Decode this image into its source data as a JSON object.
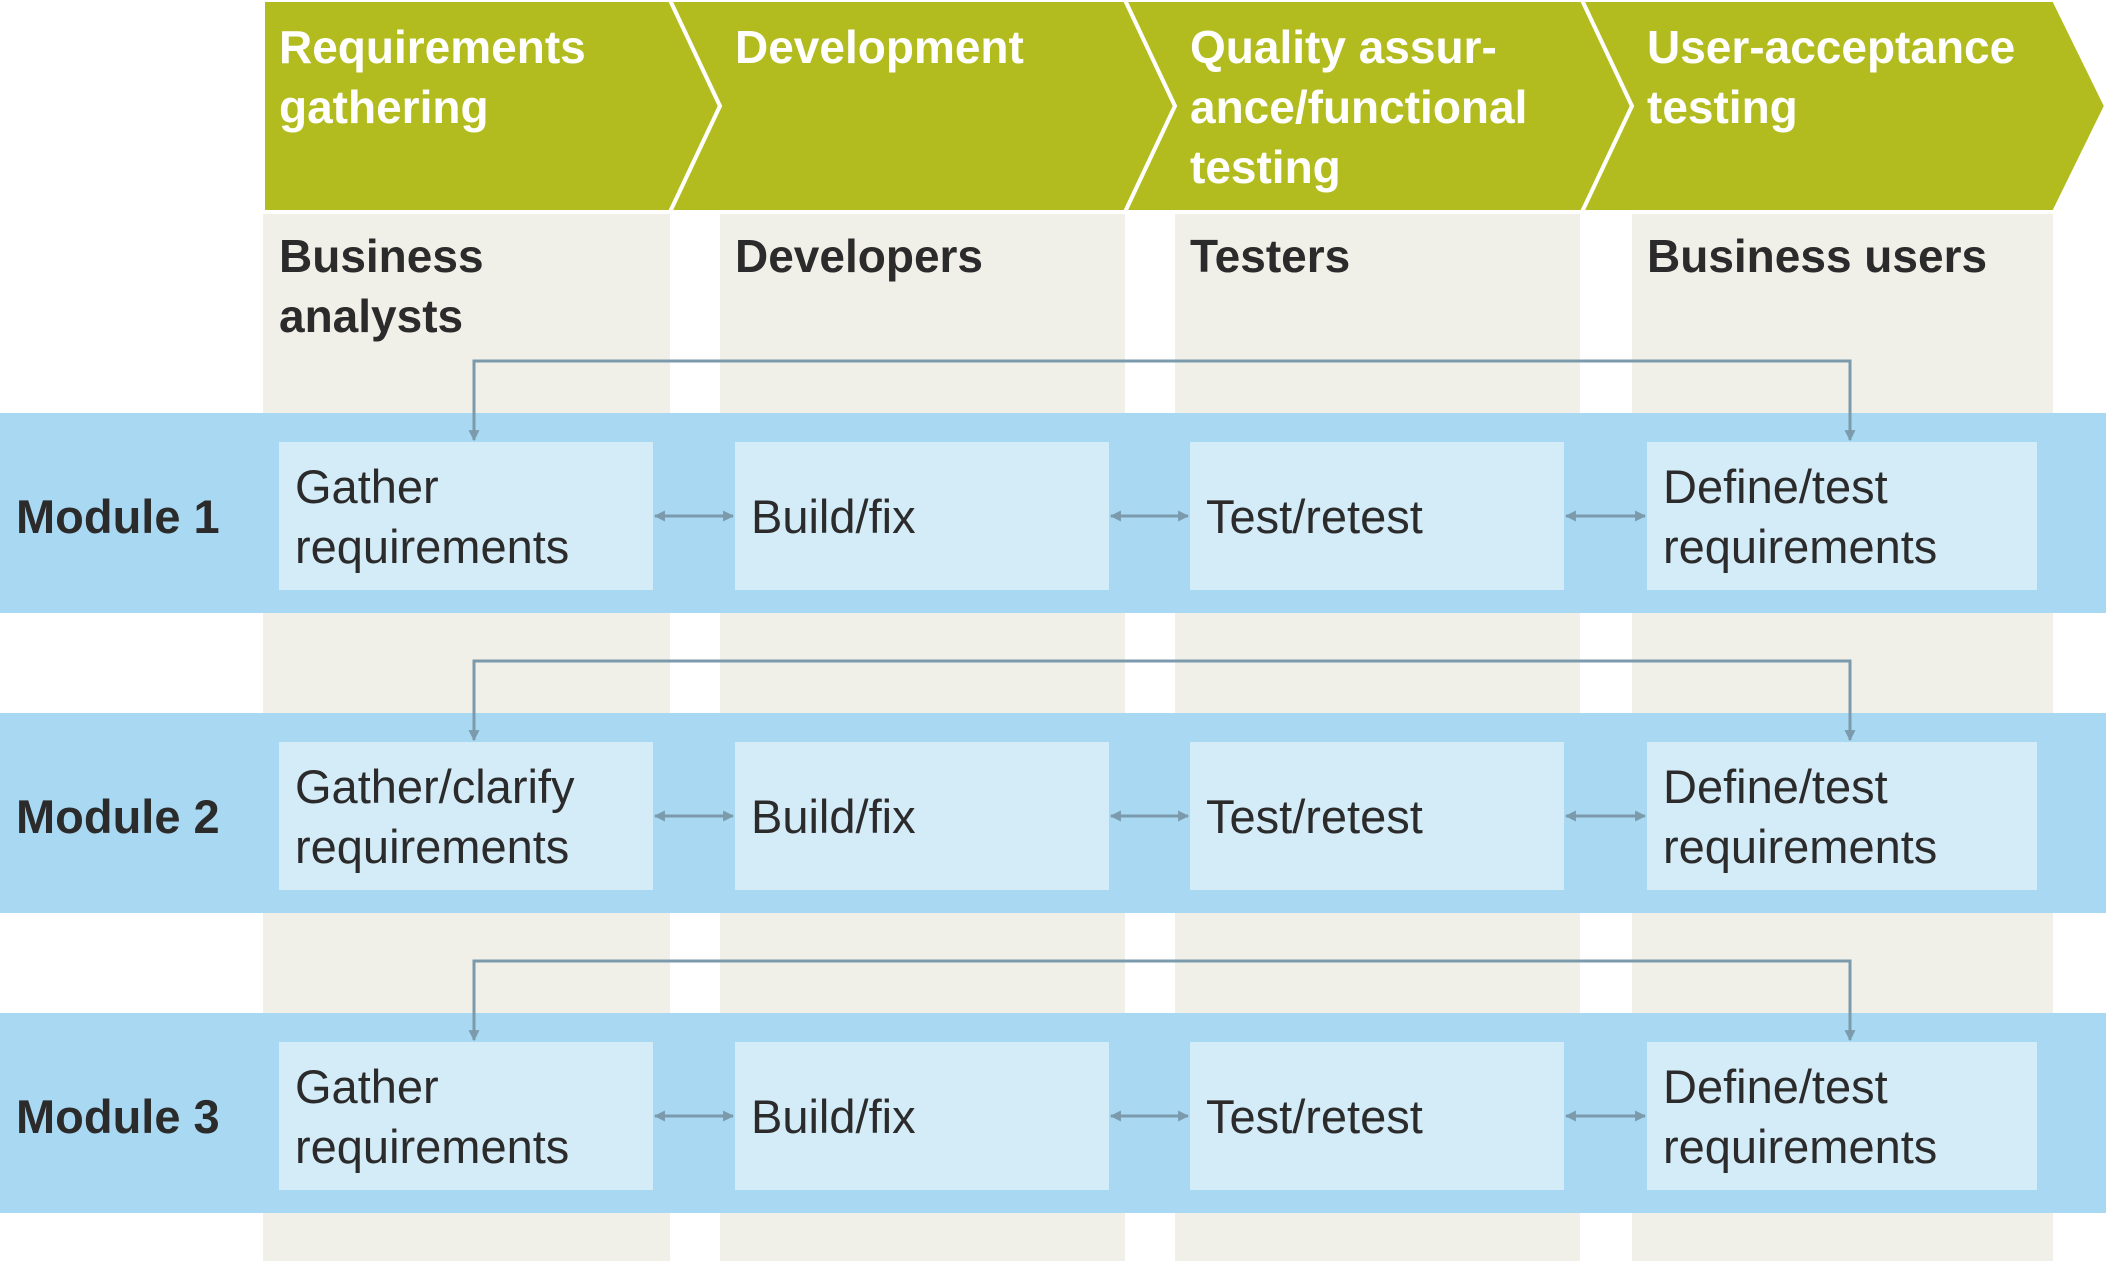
{
  "colors": {
    "phase_bg": "#b2bc1e",
    "role_column_bg": "#f1f0e8",
    "module_band_bg": "#a8d8f2",
    "task_box_bg": "#d4ebf8",
    "connector": "#7b9aac",
    "text_dark": "#2b2b2b",
    "text_light": "#ffffff"
  },
  "phases": [
    {
      "lines": [
        "Requirements",
        "gathering"
      ]
    },
    {
      "lines": [
        "Development"
      ]
    },
    {
      "lines": [
        "Quality assur-",
        "ance/functional",
        "testing"
      ]
    },
    {
      "lines": [
        "User-acceptance",
        "testing"
      ]
    }
  ],
  "roles": [
    {
      "lines": [
        "Business",
        "analysts"
      ]
    },
    {
      "lines": [
        "Developers"
      ]
    },
    {
      "lines": [
        "Testers"
      ]
    },
    {
      "lines": [
        "Business users"
      ]
    }
  ],
  "modules": [
    {
      "name": "Module 1",
      "tasks": [
        {
          "lines": [
            "Gather",
            "requirements"
          ]
        },
        {
          "lines": [
            "Build/fix"
          ]
        },
        {
          "lines": [
            "Test/retest"
          ]
        },
        {
          "lines": [
            "Define/test",
            "requirements"
          ]
        }
      ]
    },
    {
      "name": "Module 2",
      "tasks": [
        {
          "lines": [
            "Gather/clarify",
            "requirements"
          ]
        },
        {
          "lines": [
            "Build/fix"
          ]
        },
        {
          "lines": [
            "Test/retest"
          ]
        },
        {
          "lines": [
            "Define/test",
            "requirements"
          ]
        }
      ]
    },
    {
      "name": "Module 3",
      "tasks": [
        {
          "lines": [
            "Gather",
            "requirements"
          ]
        },
        {
          "lines": [
            "Build/fix"
          ]
        },
        {
          "lines": [
            "Test/retest"
          ]
        },
        {
          "lines": [
            "Define/test",
            "requirements"
          ]
        }
      ]
    }
  ]
}
